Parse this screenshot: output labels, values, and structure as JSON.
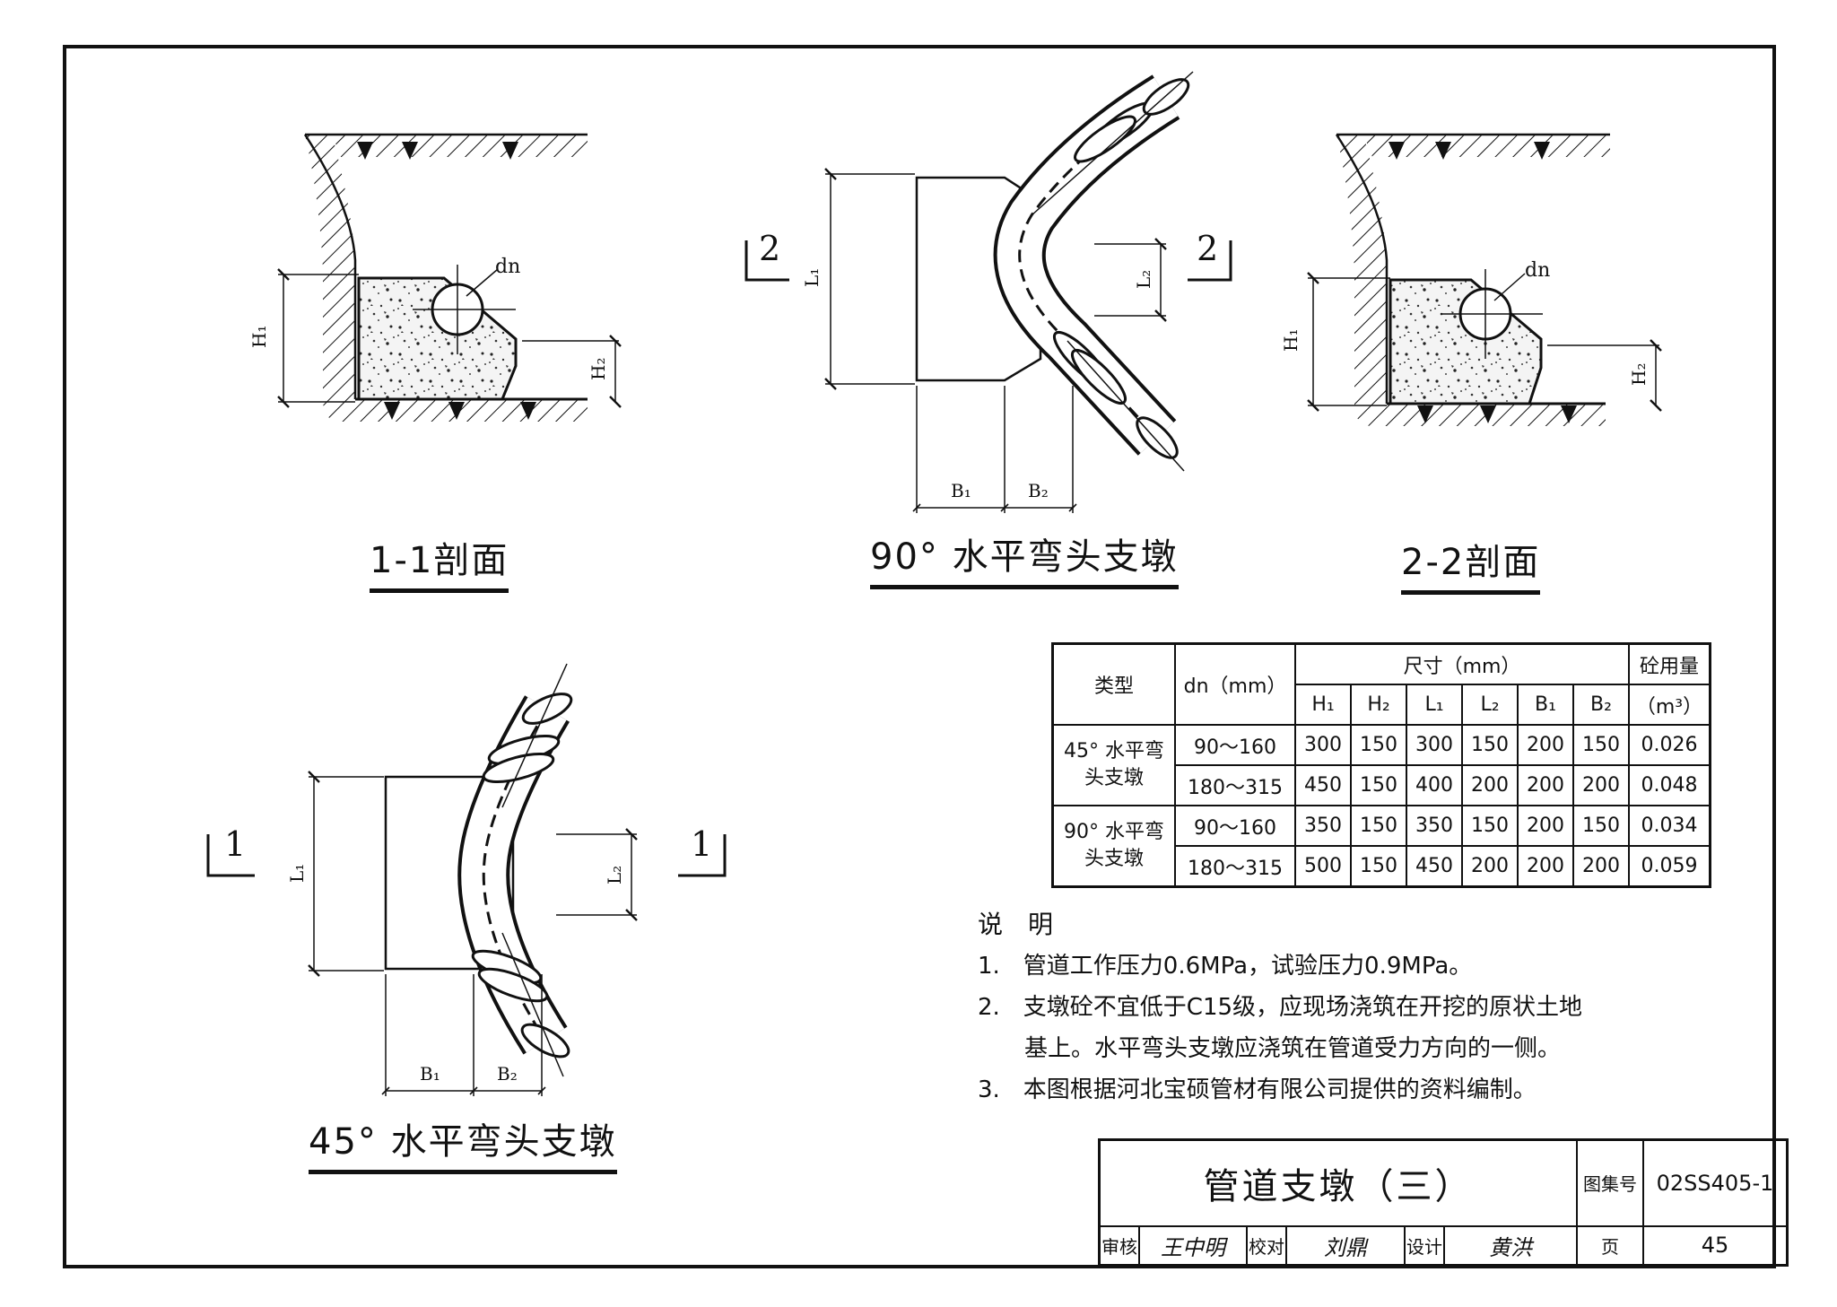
{
  "views": {
    "section_1_1": {
      "title": "1-1剖面",
      "label_dn": "dn",
      "label_h1": "H₁",
      "label_h2": "H₂"
    },
    "section_2_2": {
      "title": "2-2剖面",
      "label_dn": "dn",
      "label_h1": "H₁",
      "label_h2": "H₂"
    },
    "elbow_90": {
      "title": "90° 水平弯头支墩",
      "label_l1": "L₁",
      "label_l2": "L₂",
      "label_b1": "B₁",
      "label_b2": "B₂",
      "cut_marker": "2"
    },
    "elbow_45": {
      "title": "45° 水平弯头支墩",
      "label_l1": "L₁",
      "label_l2": "L₂",
      "label_b1": "B₁",
      "label_b2": "B₂",
      "cut_marker": "1"
    }
  },
  "table": {
    "h_type": "类型",
    "h_dn": "dn（mm）",
    "h_size": "尺寸（mm）",
    "h_vol": "砼用量",
    "h_vol_unit": "（m³）",
    "sub": [
      "H₁",
      "H₂",
      "L₁",
      "L₂",
      "B₁",
      "B₂"
    ],
    "rows": [
      {
        "type": "45° 水平弯头支墩",
        "dn": "90～160",
        "v": [
          "300",
          "150",
          "300",
          "150",
          "200",
          "150"
        ],
        "vol": "0.026"
      },
      {
        "type": "",
        "dn": "180～315",
        "v": [
          "450",
          "150",
          "400",
          "200",
          "200",
          "200"
        ],
        "vol": "0.048"
      },
      {
        "type": "90° 水平弯头支墩",
        "dn": "90～160",
        "v": [
          "350",
          "150",
          "350",
          "150",
          "200",
          "150"
        ],
        "vol": "0.034"
      },
      {
        "type": "",
        "dn": "180～315",
        "v": [
          "500",
          "150",
          "450",
          "200",
          "200",
          "200"
        ],
        "vol": "0.059"
      }
    ]
  },
  "notes": {
    "heading": "说　明",
    "items": [
      "1.　管道工作压力0.6MPa，试验压力0.9MPa。",
      "2.　支墩砼不宜低于C15级，应现场浇筑在开挖的原状土地",
      "　　基上。水平弯头支墩应浇筑在管道受力方向的一侧。",
      "3.　本图根据河北宝硕管材有限公司提供的资料编制。"
    ]
  },
  "title_block": {
    "drawing_title": "管道支墩（三）",
    "atlas_label": "图集号",
    "atlas_no": "02SS405-1",
    "review_label": "审核",
    "review_sig": "王中明",
    "check_label": "校对",
    "check_sig": "刘鼎",
    "design_label": "设计",
    "design_sig": "黄洪",
    "page_label": "页",
    "page_no": "45"
  }
}
